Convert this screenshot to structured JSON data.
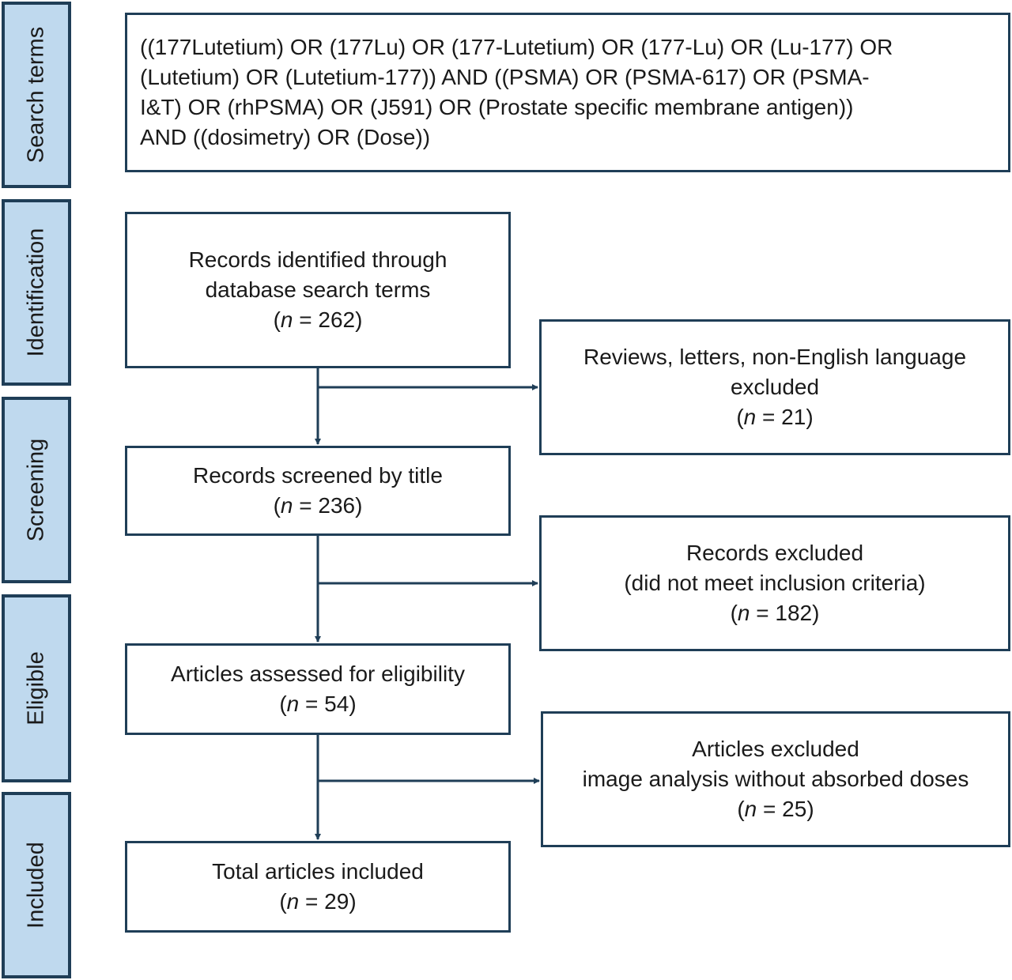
{
  "stages": [
    "Search terms",
    "Identification",
    "Screening",
    "Eligible",
    "Included"
  ],
  "search_terms": {
    "lines": [
      "((177Lutetium) OR (177Lu) OR (177-Lutetium) OR (177-Lu) OR (Lu-177) OR",
      "(Lutetium) OR (Lutetium-177)) AND ((PSMA) OR (PSMA-617) OR (PSMA-",
      "I&T) OR (rhPSMA) OR (J591) OR (Prostate specific membrane antigen))",
      "AND ((dosimetry) OR (Dose))"
    ]
  },
  "flow": {
    "identified": {
      "lines": [
        "Records identified through",
        "database search terms"
      ],
      "n": "262"
    },
    "screened": {
      "lines": [
        "Records screened by title"
      ],
      "n": "236"
    },
    "assessed": {
      "lines": [
        "Articles assessed for eligibility"
      ],
      "n": "54"
    },
    "included": {
      "lines": [
        "Total articles included"
      ],
      "n": "29"
    }
  },
  "exclusions": {
    "reviews": {
      "lines": [
        "Reviews, letters, non-English language",
        "excluded"
      ],
      "n": "21"
    },
    "records": {
      "lines": [
        "Records excluded",
        "(did not meet inclusion criteria)"
      ],
      "n": "182"
    },
    "articles": {
      "lines": [
        "Articles excluded",
        "image analysis without absorbed doses"
      ],
      "n": "25"
    }
  },
  "labels": {
    "n_symbol": "n",
    "n_equals": " = "
  },
  "colors": {
    "stage_fill": "#bfd9ee",
    "border": "#1f3e57"
  }
}
